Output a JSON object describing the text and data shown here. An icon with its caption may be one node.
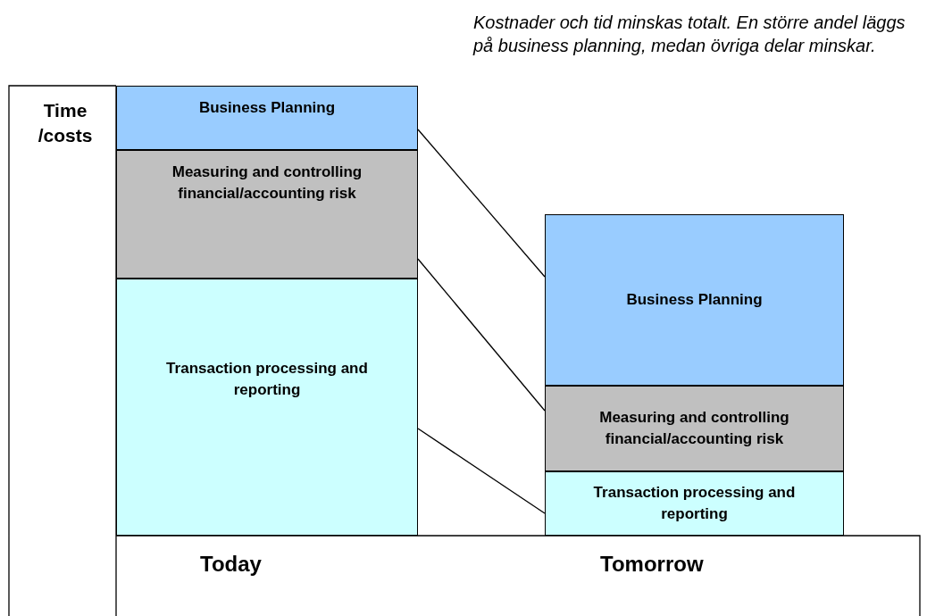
{
  "diagram": {
    "nodes": [
      {
        "text": [
          "Business Planning"
        ]
      },
      {
        "text": [
          "Measuring and controlling financial/accounting risk"
        ]
      },
      {
        "text": [
          "Transaction processing and reporting"
        ]
      },
      {
        "text": [
          "Business Planning"
        ]
      },
      {
        "text": [
          "Measuring and controlling financial/accounting risk"
        ]
      },
      {
        "text": [
          "Transaction processing and reporting"
        ]
      }
    ],
    "edges": [
      {
        "from": 0,
        "to": 3,
        "arrow": "none"
      },
      {
        "from": 1,
        "to": 4,
        "arrow": "none"
      },
      {
        "from": 2,
        "to": 5,
        "arrow": "none"
      }
    ],
    "labels": [
      "Kostnader och tid minskas totalt. En större andel läggs på business planning, medan övriga delar minskar.",
      "Time /costs",
      "Today",
      "Tomorrow"
    ]
  }
}
